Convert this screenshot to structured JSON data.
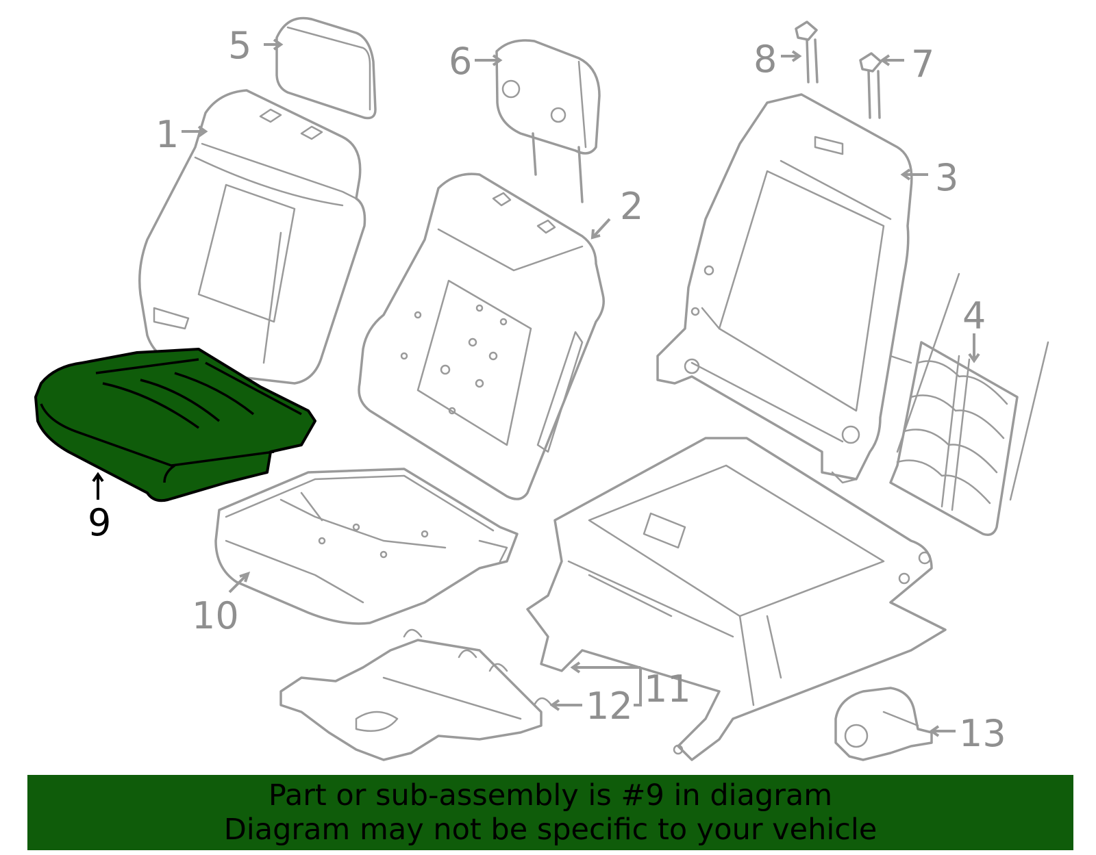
{
  "callouts": {
    "c1": "1",
    "c2": "2",
    "c3": "3",
    "c4": "4",
    "c5": "5",
    "c6": "6",
    "c7": "7",
    "c8": "8",
    "c9": "9",
    "c10": "10",
    "c11": "11",
    "c12": "12",
    "c13": "13"
  },
  "highlight": {
    "part": "9",
    "color": "#0f5c0a"
  },
  "banner": {
    "line1": "Part or sub-assembly is #9 in diagram",
    "line2": "Diagram may not be specific to your vehicle"
  }
}
